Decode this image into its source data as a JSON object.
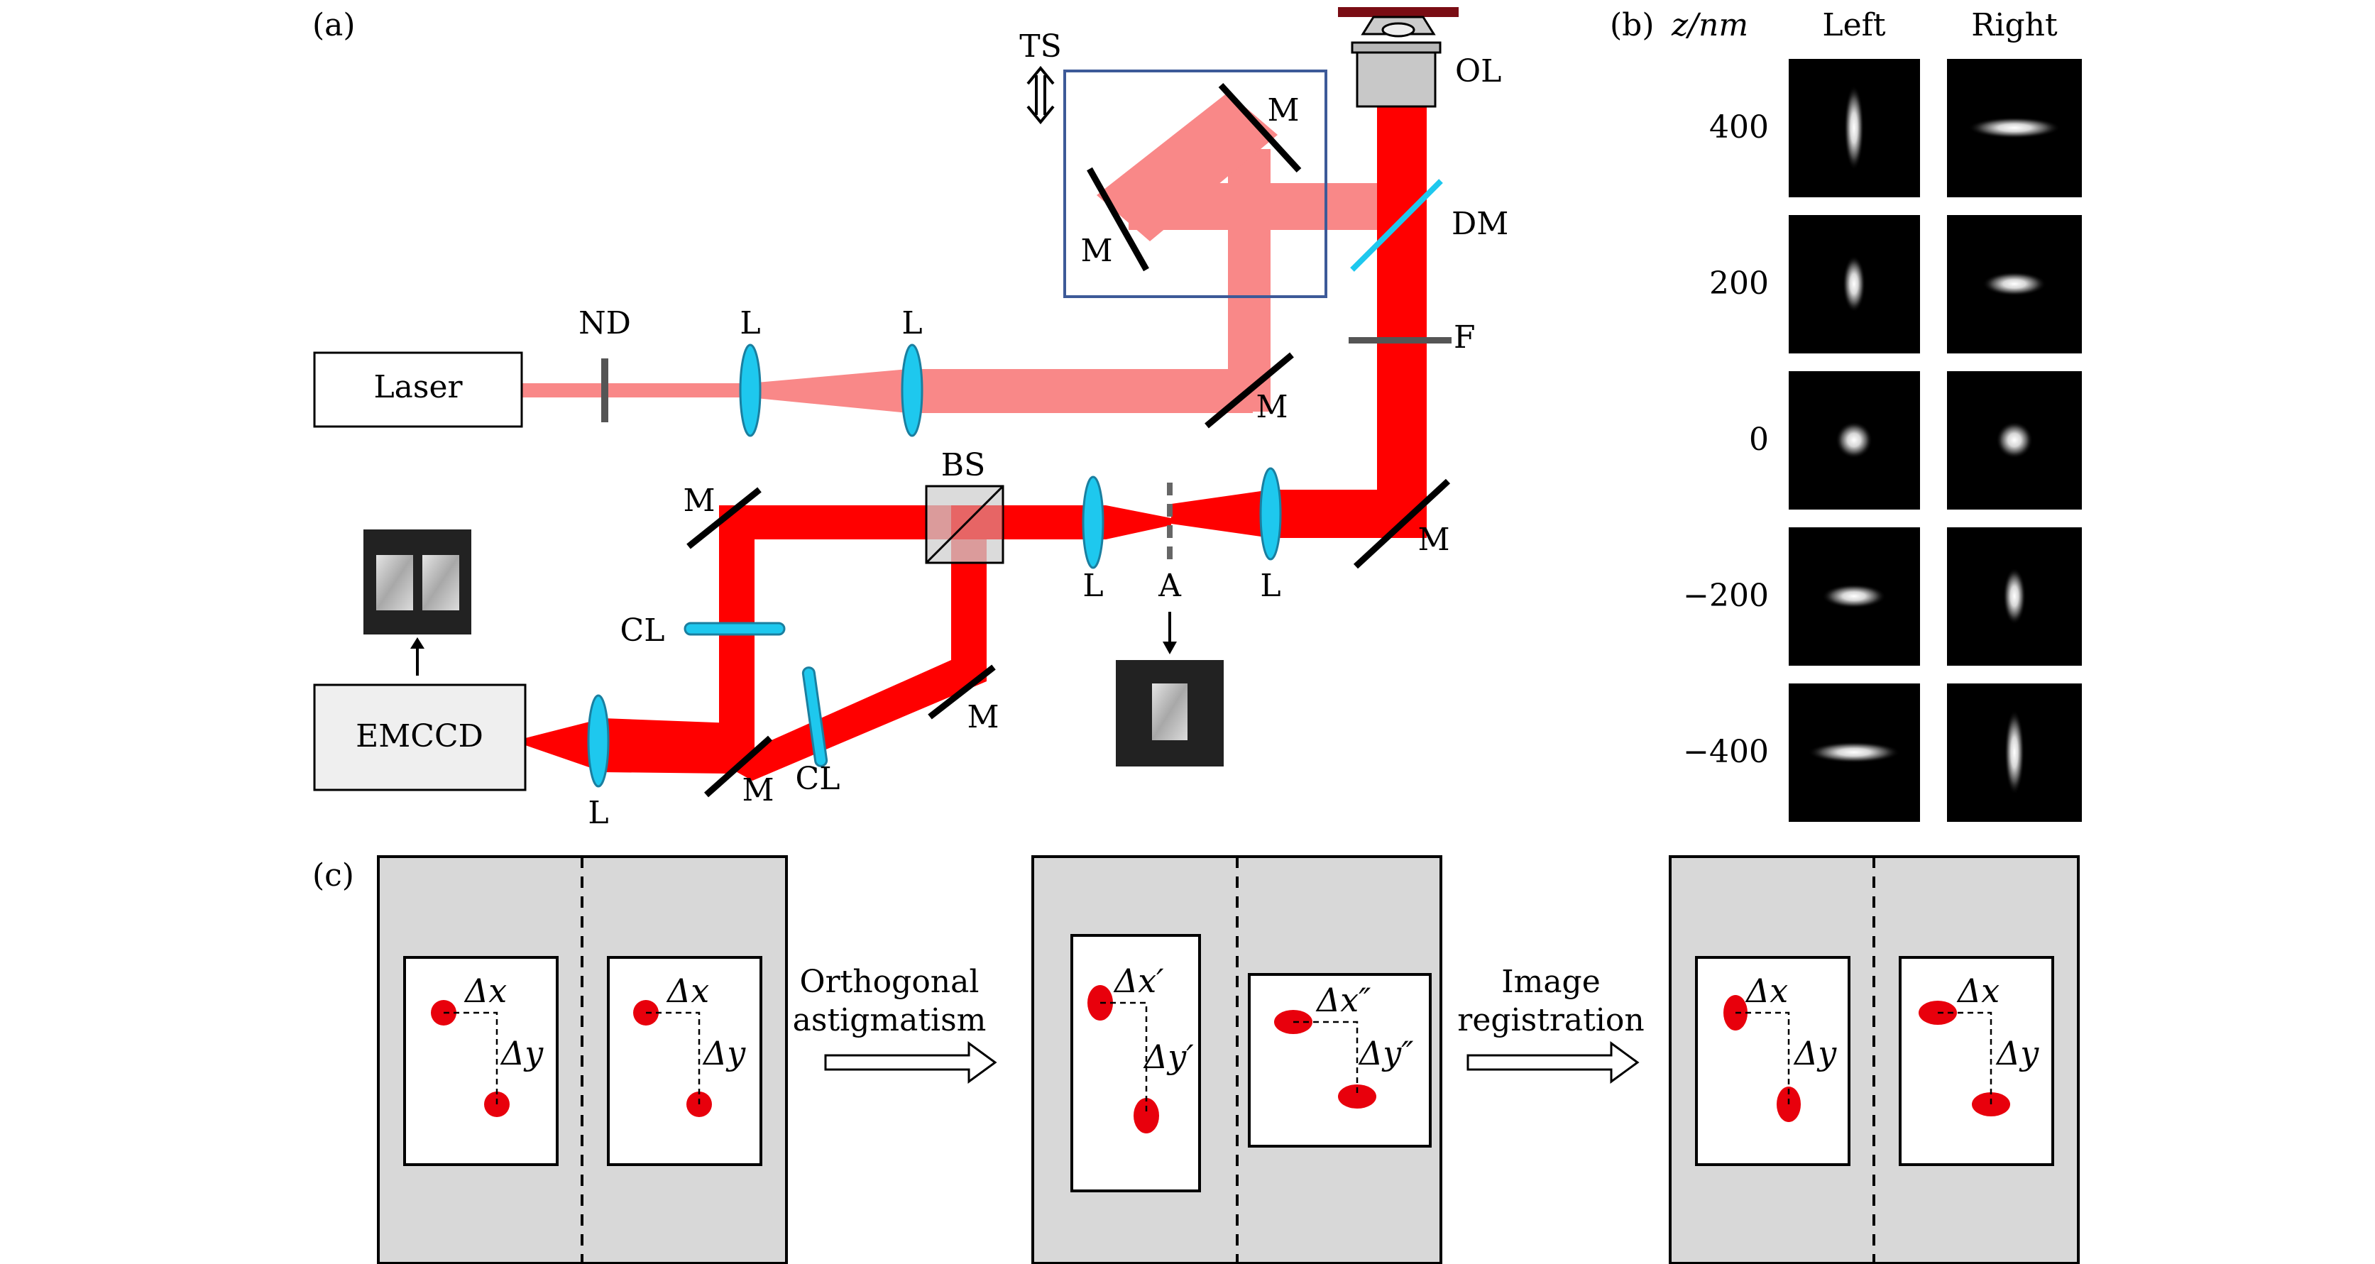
{
  "panel_a": {
    "tag": "(a)",
    "laser": "Laser",
    "emccd": "EMCCD",
    "labels": {
      "ts": "TS",
      "ol": "OL",
      "dm": "DM",
      "f": "F",
      "nd": "ND",
      "l": "L",
      "m": "M",
      "bs": "BS",
      "a": "A",
      "cl": "CL"
    }
  },
  "panel_b": {
    "tag": "(b)",
    "z_label": "z/nm",
    "col_left": "Left",
    "col_right": "Right",
    "rows": [
      "400",
      "200",
      "0",
      "−200",
      "−400"
    ]
  },
  "panel_c": {
    "tag": "(c)",
    "dx": "Δx",
    "dy": "Δy",
    "dx_p": "Δx′",
    "dy_p": "Δy′",
    "dx_pp": "Δx″",
    "dy_pp": "Δy″",
    "arrow1_line1": "Orthogonal",
    "arrow1_line2": "astigmatism",
    "arrow2_line1": "Image",
    "arrow2_line2": "registration"
  },
  "colors": {
    "beam_light": "#f98888",
    "beam_dark": "#ff0000",
    "lens": "#1ec8ee",
    "ts_box": "#3d5a98",
    "dot_red": "#e8000c",
    "panel_gray": "#d8d8d8"
  }
}
